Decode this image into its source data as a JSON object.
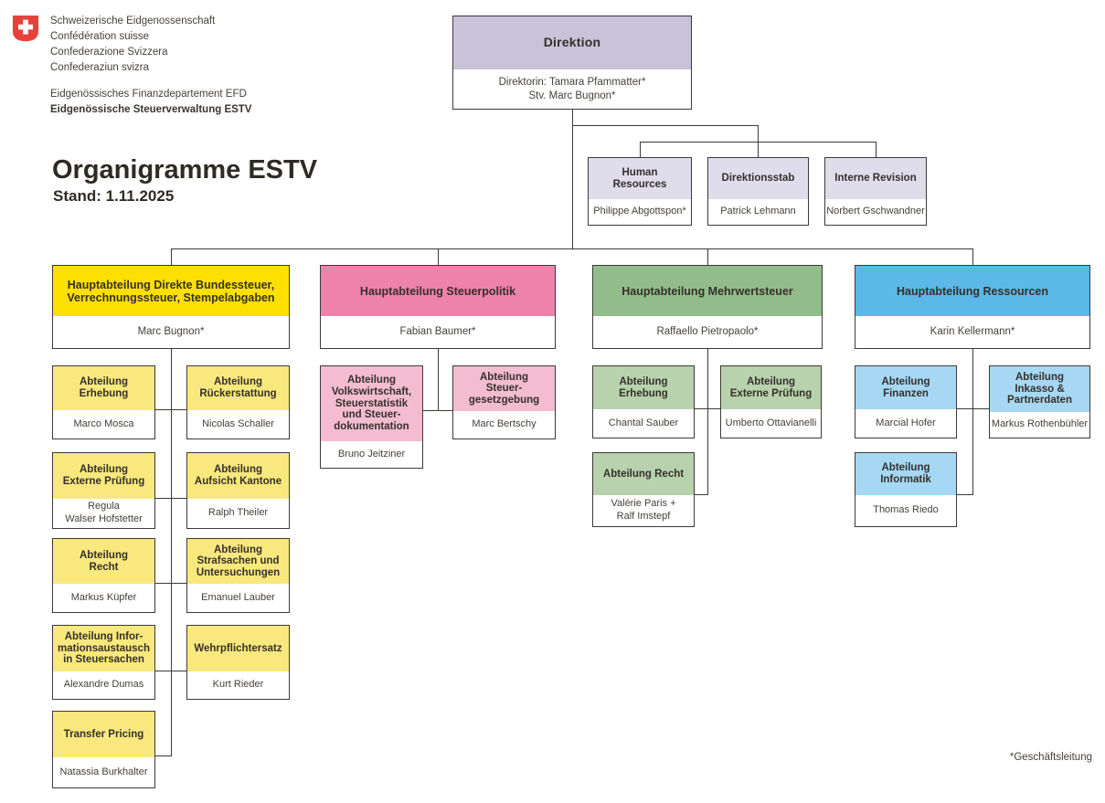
{
  "colors": {
    "lavender": "#c8c3d9",
    "lavender_light": "#dfdcec",
    "yellow": "#fee000",
    "yellow_light": "#f9e87d",
    "pink": "#ed82ab",
    "pink_light": "#f3bcd1",
    "green": "#93bc8b",
    "green_light": "#b7d2ac",
    "blue": "#5cb8e6",
    "blue_light": "#a6d8f3",
    "line": "#3d3935",
    "logo_red": "#e8413c"
  },
  "header": {
    "logo_lines": "Schweizerische Eidgenossenschaft\nConfédération suisse\nConfederazione Svizzera\nConfederaziun svizra",
    "department": "Eidgenössisches Finanzdepartement EFD",
    "office": "Eidgenössische Steuerverwaltung ESTV",
    "title": "Organigramme ESTV",
    "date": "Stand: 1.11.2025",
    "footnote": "*Geschäftsleitung"
  },
  "direktion": {
    "title": "Direktion",
    "names": "Direktorin: Tamara Pfammatter*\nStv. Marc Bugnon*"
  },
  "staff": {
    "hr": {
      "title": "Human\nResources",
      "name": "Philippe Abgottspon*"
    },
    "direktionsstab": {
      "title": "Direktionsstab",
      "name": "Patrick Lehmann"
    },
    "interne_revision": {
      "title": "Interne Revision",
      "name": "Norbert Gschwandner"
    }
  },
  "divisions": {
    "dvs": {
      "title": "Hauptabteilung Direkte Bundessteuer,\nVerrechnungssteuer, Stempelabgaben",
      "head": "Marc Bugnon*",
      "units": {
        "erhebung": {
          "title": "Abteilung\nErhebung",
          "name": "Marco Mosca"
        },
        "rueckerstattung": {
          "title": "Abteilung\nRückerstattung",
          "name": "Nicolas Schaller"
        },
        "externe_pruefung": {
          "title": "Abteilung\nExterne Prüfung",
          "name": "Regula\nWalser Hofstetter"
        },
        "aufsicht_kantone": {
          "title": "Abteilung\nAufsicht Kantone",
          "name": "Ralph Theiler"
        },
        "recht": {
          "title": "Abteilung\nRecht",
          "name": "Markus Küpfer"
        },
        "strafsachen": {
          "title": "Abteilung\nStrafsachen und\nUntersuchungen",
          "name": "Emanuel Lauber"
        },
        "informationsaustausch": {
          "title": "Abteilung Infor-\nmationsaustausch\nin Steuersachen",
          "name": "Alexandre Dumas"
        },
        "wehrpflichtersatz": {
          "title": "Wehrpflichtersatz",
          "name": "Kurt Rieder"
        },
        "transfer_pricing": {
          "title": "Transfer Pricing",
          "name": "Natassia Burkhalter"
        }
      }
    },
    "steuerpolitik": {
      "title": "Hauptabteilung Steuerpolitik",
      "head": "Fabian Baumer*",
      "units": {
        "volkswirtschaft": {
          "title": "Abteilung\nVolkswirtschaft,\nSteuerstatistik\nund Steuer-\ndokumentation",
          "name": "Bruno Jeitziner"
        },
        "steuergesetzgebung": {
          "title": "Abteilung\nSteuer-\ngesetzgebung",
          "name": "Marc Bertschy"
        }
      }
    },
    "mehrwertsteuer": {
      "title": "Hauptabteilung Mehrwertsteuer",
      "head": "Raffaello Pietropaolo*",
      "units": {
        "erhebung": {
          "title": "Abteilung\nErhebung",
          "name": "Chantal Sauber"
        },
        "externe_pruefung": {
          "title": "Abteilung\nExterne Prüfung",
          "name": "Umberto Ottavianelli"
        },
        "recht": {
          "title": "Abteilung Recht",
          "name": "Valérie Paris +\nRalf Imstepf"
        }
      }
    },
    "ressourcen": {
      "title": "Hauptabteilung Ressourcen",
      "head": "Karin Kellermann*",
      "units": {
        "finanzen": {
          "title": "Abteilung\nFinanzen",
          "name": "Marcial Hofer"
        },
        "inkasso": {
          "title": "Abteilung\nInkasso &\nPartnerdaten",
          "name": "Markus Rothenbühler"
        },
        "informatik": {
          "title": "Abteilung\nInformatik",
          "name": "Thomas Riedo"
        }
      }
    }
  }
}
